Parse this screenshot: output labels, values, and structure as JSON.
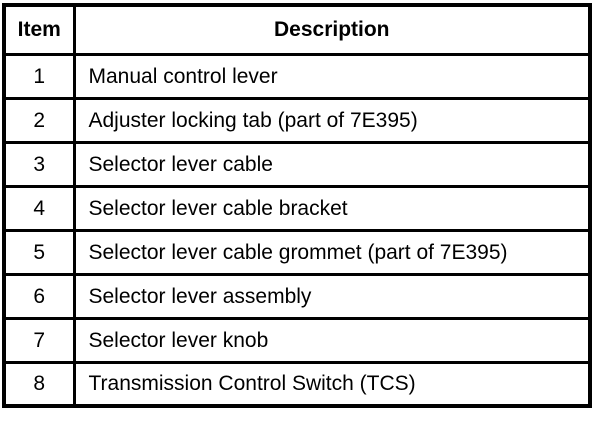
{
  "table": {
    "headers": [
      "Item",
      "Description"
    ],
    "rows": [
      {
        "item": "1",
        "description": "Manual control lever"
      },
      {
        "item": "2",
        "description": "Adjuster locking tab (part of 7E395)"
      },
      {
        "item": "3",
        "description": "Selector lever cable"
      },
      {
        "item": "4",
        "description": "Selector lever cable bracket"
      },
      {
        "item": "5",
        "description": "Selector lever cable grommet (part of 7E395)"
      },
      {
        "item": "6",
        "description": "Selector lever assembly"
      },
      {
        "item": "7",
        "description": "Selector lever knob"
      },
      {
        "item": "8",
        "description": "Transmission Control Switch (TCS)"
      }
    ]
  }
}
